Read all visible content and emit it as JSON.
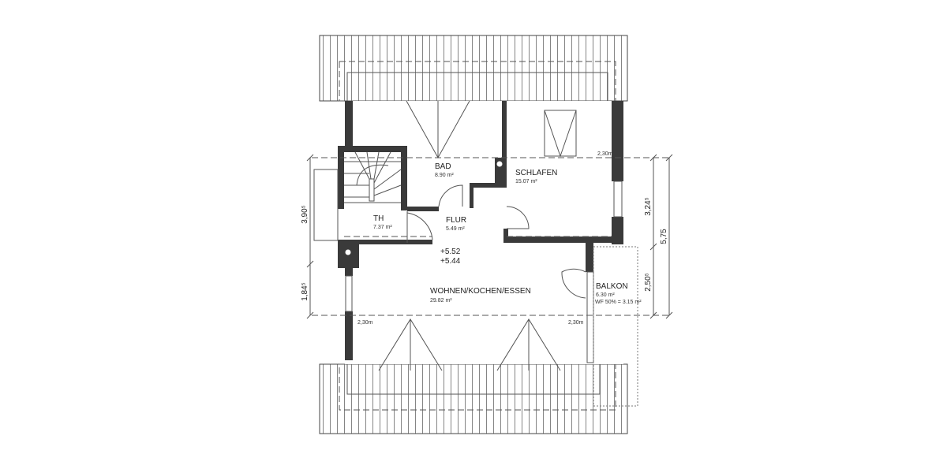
{
  "rooms": {
    "bad": {
      "name": "BAD",
      "area": "8.90 m²"
    },
    "schlafen": {
      "name": "SCHLAFEN",
      "area": "15.07 m²"
    },
    "th": {
      "name": "TH",
      "area": "7.37 m²"
    },
    "flur": {
      "name": "FLUR",
      "area": "5.49 m²"
    },
    "wohnen": {
      "name": "WOHNEN/KOCHEN/ESSEN",
      "area": "29.82 m²"
    },
    "balkon": {
      "name": "BALKON",
      "area": "6.30 m²",
      "wf": "WF 50% = 3.15 m²"
    }
  },
  "levels": {
    "upper": "+5.52",
    "lower": "+5.44"
  },
  "heights": {
    "top_right": "2,30m",
    "bottom_left": "2,30m",
    "bottom_right": "2,30m"
  },
  "dimensions": {
    "left_upper": "3,90⁵",
    "left_lower": "1,84⁵",
    "right_upper": "3,24⁵",
    "right_lower": "2,50⁵",
    "right_total": "5,75"
  }
}
